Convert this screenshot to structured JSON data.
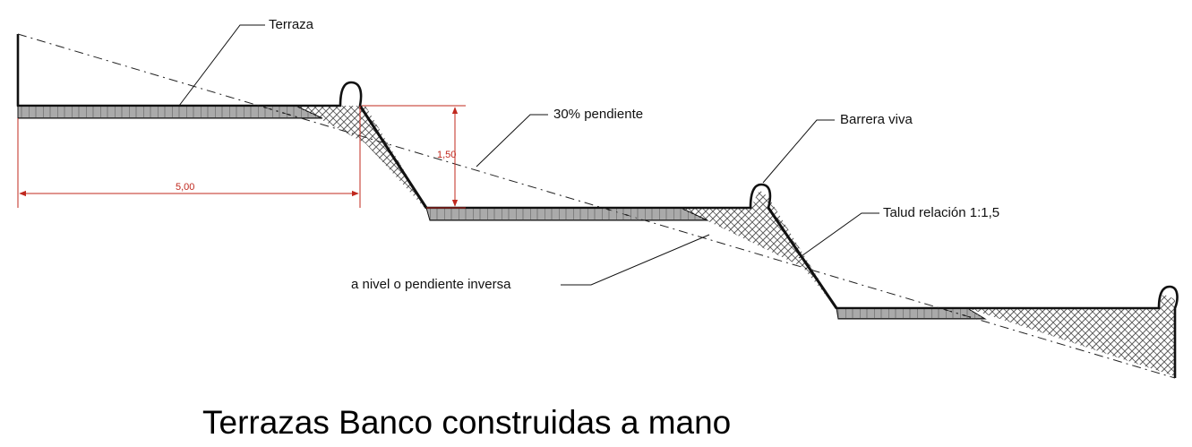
{
  "title": "Terrazas Banco construidas a mano",
  "labels": {
    "terrace": "Terraza",
    "slope": "30% pendiente",
    "barrier": "Barrera viva",
    "talud": "Talud relación 1:1,5",
    "level": "a nivel o pendiente inversa"
  },
  "dimensions": {
    "width": "5,00",
    "height": "1,50"
  },
  "colors": {
    "line": "#111111",
    "dimension": "#c0281e",
    "hatch": "#6a6a6a"
  }
}
